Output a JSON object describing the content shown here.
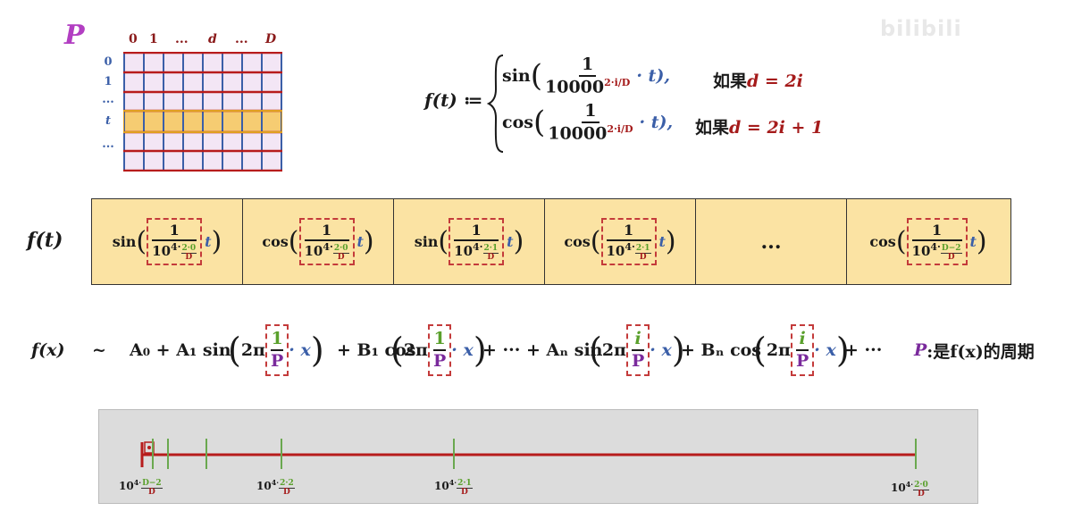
{
  "watermark": "bilibili",
  "matrix": {
    "title": "P",
    "col_labels": [
      "0",
      "1",
      "...",
      "d",
      "...",
      "D"
    ],
    "row_labels": [
      "0",
      "1",
      "...",
      "t",
      "..."
    ]
  },
  "definition": {
    "lhs": "f(t) ≔",
    "case1": {
      "func": "sin",
      "num": "1",
      "den_base": "10000",
      "den_exp": "2·i/D",
      "tail": "· t),",
      "cond_prefix": "如果",
      "cond": "d = 2i"
    },
    "case2": {
      "func": "cos",
      "num": "1",
      "den_base": "10000",
      "den_exp": "2·i/D",
      "tail": "· t),",
      "cond_prefix": "如果",
      "cond": "d = 2i + 1"
    }
  },
  "band": {
    "label": "f(t)",
    "cells": [
      {
        "func": "sin",
        "num": "1",
        "base": "10",
        "exp": "4·",
        "frac_top": "2·0",
        "frac_bot": "D",
        "t": "t"
      },
      {
        "func": "cos",
        "num": "1",
        "base": "10",
        "exp": "4·",
        "frac_top": "2·0",
        "frac_bot": "D",
        "t": "t"
      },
      {
        "func": "sin",
        "num": "1",
        "base": "10",
        "exp": "4·",
        "frac_top": "2·1",
        "frac_bot": "D",
        "t": "t"
      },
      {
        "func": "cos",
        "num": "1",
        "base": "10",
        "exp": "4·",
        "frac_top": "2·1",
        "frac_bot": "D",
        "t": "t"
      },
      {
        "ellipsis": "..."
      },
      {
        "func": "cos",
        "num": "1",
        "base": "10",
        "exp": "4·",
        "frac_top": "D−2",
        "frac_bot": "D",
        "t": "t"
      }
    ]
  },
  "fourier": {
    "lhs": "f(x)",
    "tilde": "~",
    "a0": "A₀ + A₁ sin",
    "term1_prefix": "2π",
    "term1_num": "1",
    "term1_den": "P",
    "x": "· x",
    "plus_b1": "+ B₁ cos",
    "term2_num": "1",
    "term2_den": "P",
    "dots_an": "+ ··· + Aₙ sin",
    "term3_num": "i",
    "term3_den": "P",
    "plus_bn": "+ Bₙ cos",
    "term4_num": "i",
    "term4_den": "P",
    "tail": "+ ···",
    "note_p": "P",
    "note_text": ":是f(x)的周期"
  },
  "timeline": {
    "labels": [
      {
        "base": "10",
        "exp": "4·",
        "top": "D−2",
        "bot": "D"
      },
      {
        "base": "10",
        "exp": "4·",
        "top": "2·2",
        "bot": "D"
      },
      {
        "base": "10",
        "exp": "4·",
        "top": "2·1",
        "bot": "D"
      },
      {
        "base": "10",
        "exp": "4·",
        "top": "2·0",
        "bot": "D"
      }
    ]
  },
  "colors": {
    "red": "#a51b1b",
    "green": "#5aa02c",
    "blue": "#3b5fa8",
    "purple": "#7a2a9c",
    "band": "#fbe3a3",
    "dash": "#c43b3b"
  }
}
